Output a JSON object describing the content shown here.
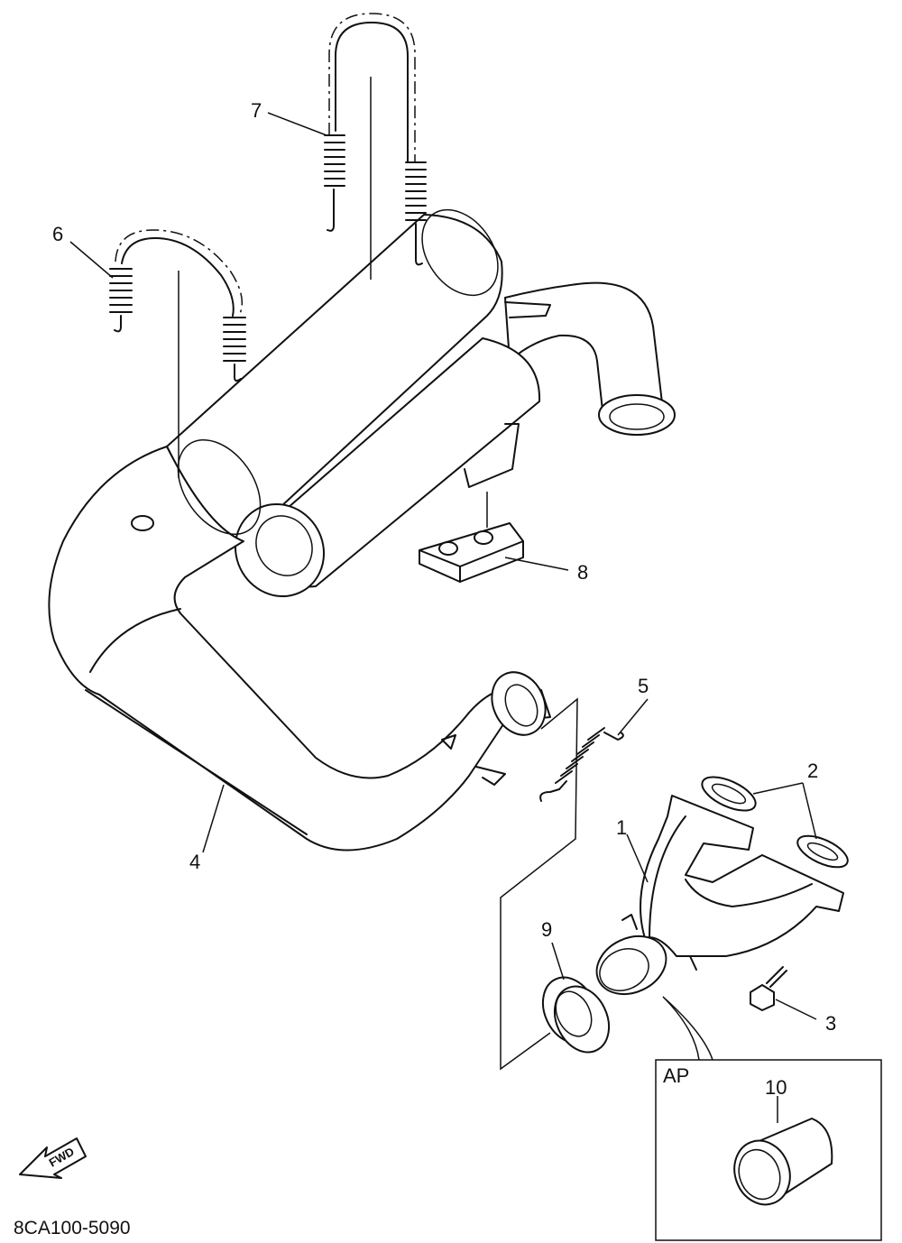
{
  "callouts": {
    "p1": "1",
    "p2": "2",
    "p3": "3",
    "p4": "4",
    "p5": "5",
    "p6": "6",
    "p7": "7",
    "p8": "8",
    "p9": "9",
    "p10": "10"
  },
  "inset_label": "AP",
  "fwd_label": "FWD",
  "diagram_code": "8CA100-5090"
}
